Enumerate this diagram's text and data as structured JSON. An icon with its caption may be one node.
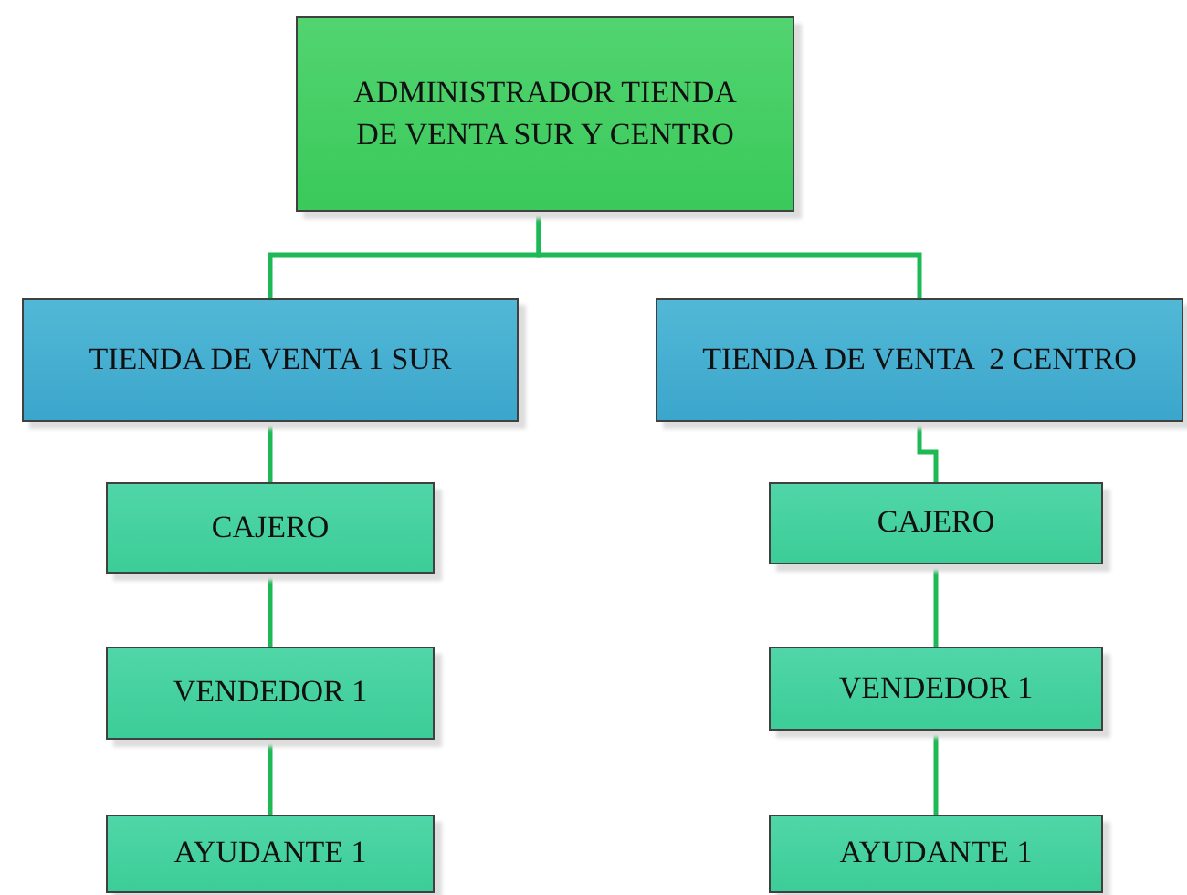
{
  "diagram": {
    "nodes": [
      {
        "text": [
          "ADMINISTRADOR TIENDA DE VENTA SUR Y CENTRO"
        ]
      },
      {
        "text": [
          "TIENDA DE VENTA 1 SUR"
        ]
      },
      {
        "text": [
          "TIENDA DE VENTA  2 CENTRO"
        ]
      },
      {
        "text": [
          "CAJERO"
        ]
      },
      {
        "text": [
          "CAJERO"
        ]
      },
      {
        "text": [
          "VENDEDOR 1"
        ]
      },
      {
        "text": [
          "VENDEDOR 1"
        ]
      },
      {
        "text": [
          "AYUDANTE 1"
        ]
      },
      {
        "text": [
          "AYUDANTE 1"
        ]
      }
    ],
    "edges": [
      {
        "from": 0,
        "to": 1,
        "arrow": "none"
      },
      {
        "from": 0,
        "to": 2,
        "arrow": "none"
      },
      {
        "from": 1,
        "to": 3,
        "arrow": "none"
      },
      {
        "from": 3,
        "to": 5,
        "arrow": "none"
      },
      {
        "from": 5,
        "to": 7,
        "arrow": "none"
      },
      {
        "from": 2,
        "to": 4,
        "arrow": "none"
      },
      {
        "from": 4,
        "to": 6,
        "arrow": "none"
      },
      {
        "from": 6,
        "to": 8,
        "arrow": "none"
      }
    ]
  }
}
